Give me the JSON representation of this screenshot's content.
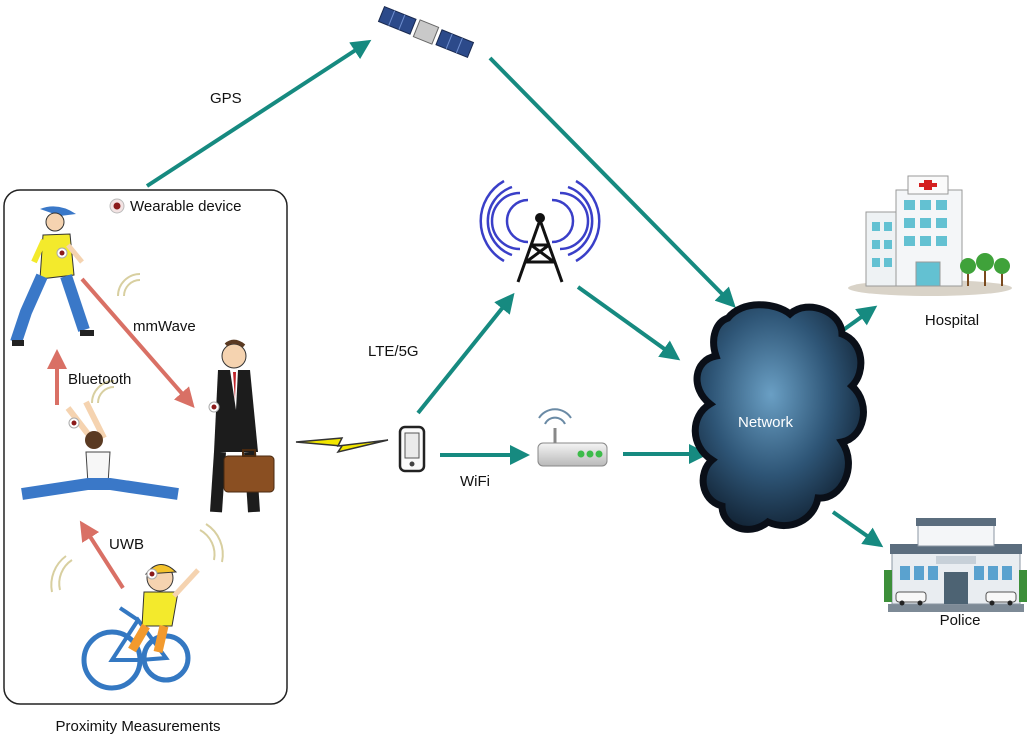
{
  "legend": {
    "wearable_device": "Wearable device"
  },
  "proximity": {
    "caption": "Proximity Measurements",
    "links": {
      "mmwave": "mmWave",
      "bluetooth": "Bluetooth",
      "uwb": "UWB"
    }
  },
  "links": {
    "gps": "GPS",
    "lte": "LTE/5G",
    "wifi": "WiFi"
  },
  "nodes": {
    "network": "Network",
    "hospital": "Hospital",
    "police": "Police"
  },
  "colors": {
    "teal_arrow": "#168a80",
    "red_arrow": "#d97065",
    "device_red": "#8b1a1a",
    "signal_blue": "#3a3fc8",
    "cloud_dark": "#0f1e2e",
    "cloud_light": "#6a9fc4",
    "lightning": "#f2e600"
  }
}
